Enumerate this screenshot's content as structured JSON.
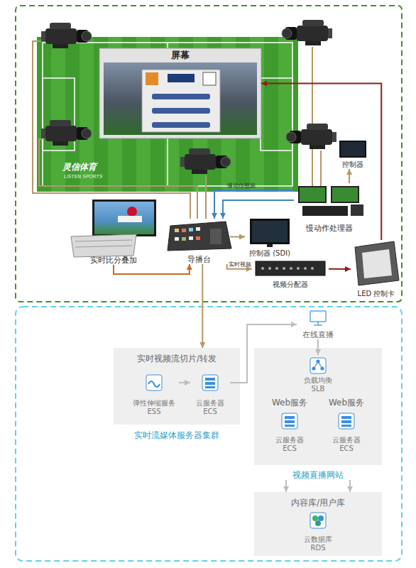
{
  "diagram": {
    "nodes": [
      {
        "text": [
          "屏幕"
        ]
      },
      {
        "text": [
          "实时比分叠加"
        ]
      },
      {
        "text": [
          "导播台"
        ]
      },
      {
        "text": [
          "控制器 (SDI)"
        ]
      },
      {
        "text": [
          "视频分配器"
        ]
      },
      {
        "text": [
          "LED 控制卡"
        ]
      },
      {
        "text": [
          "慢动作处理器"
        ]
      },
      {
        "text": [
          "控制器"
        ]
      },
      {
        "text": [
          "实时视频流切片/转发",
          "实时流媒体服务器集群"
        ]
      },
      {
        "text": [
          "弹性伸缩服务 ESS"
        ],
        "in": 8
      },
      {
        "text": [
          "云服务器 ECS"
        ],
        "in": 8
      },
      {
        "text": [
          "在线直播"
        ]
      },
      {
        "text": [
          "视频直播网站"
        ]
      },
      {
        "text": [
          "负载均衡 SLB"
        ],
        "in": 12
      },
      {
        "text": [
          "Web服务",
          "云服务器 ECS"
        ],
        "in": 12
      },
      {
        "text": [
          "Web服务",
          "云服务器 ECS"
        ],
        "in": 12
      },
      {
        "text": [
          "内容库/用户库"
        ]
      },
      {
        "text": [
          "云数据库 RDS"
        ],
        "in": 16
      }
    ],
    "edges": [
      {
        "from": 1,
        "to": 2,
        "arrow": "to"
      },
      {
        "from": 2,
        "to": 3,
        "arrow": "to"
      },
      {
        "from": 2,
        "to": 4,
        "label": "实时视频",
        "arrow": "to"
      },
      {
        "from": 4,
        "to": 5,
        "arrow": "to"
      },
      {
        "from": 5,
        "to": 0,
        "arrow": "to"
      },
      {
        "from": 6,
        "to": 2,
        "label": "慢动作视频",
        "arrow": "to"
      },
      {
        "from": 6,
        "to": 2,
        "arrow": "to"
      },
      {
        "from": 6,
        "to": 7,
        "arrow": "to"
      },
      {
        "from": 2,
        "to": 8,
        "arrow": "to"
      },
      {
        "from": 9,
        "to": 10,
        "arrow": "to"
      },
      {
        "from": 10,
        "to": 11,
        "arrow": "to"
      },
      {
        "from": 11,
        "to": 13,
        "arrow": "to"
      },
      {
        "from": 12,
        "to": 16,
        "arrow": "to"
      },
      {
        "from": 12,
        "to": 16,
        "arrow": "to"
      }
    ],
    "labels": [
      "灵信体育",
      "LISTEN SPORTS"
    ]
  }
}
